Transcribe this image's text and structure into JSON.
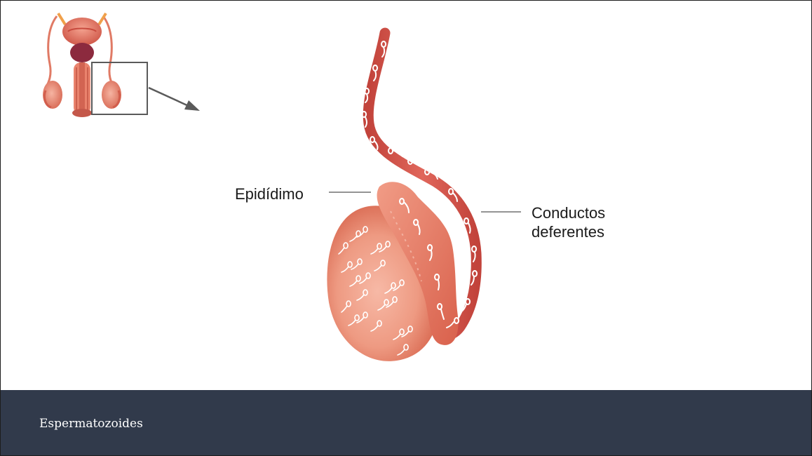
{
  "labels": {
    "epididymis": "Epidídimo",
    "vas_deferens": "Conductos deferentes"
  },
  "caption": {
    "title": "Espermatozoides"
  },
  "colors": {
    "caption_bar": "#313a4b",
    "tissue": "#e98a73",
    "tissue_dark": "#c94f3e",
    "duct": "#d4534a",
    "sperm": "#ffffff"
  }
}
